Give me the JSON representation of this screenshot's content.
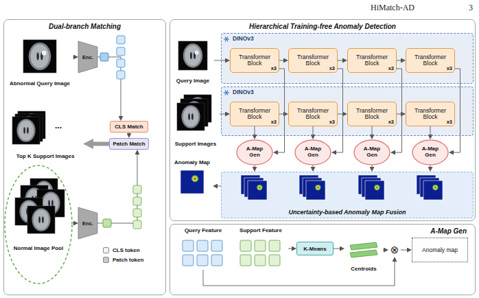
{
  "diagram": {
    "nodes": [
      {
        "text": [
          "Dual-branch Matching"
        ]
      },
      {
        "text": [
          "Abnormal Query Image"
        ],
        "in": 0
      },
      {
        "text": [
          "Enc."
        ],
        "in": 0
      },
      {
        "text": [
          "CLS Match"
        ],
        "in": 0
      },
      {
        "text": [
          "Patch Match"
        ],
        "in": 0
      },
      {
        "text": [
          "Top K Support Images"
        ],
        "in": 0
      },
      {
        "text": [
          "Normal Image Pool"
        ],
        "in": 0
      },
      {
        "text": [
          "Enc."
        ],
        "in": 0
      },
      {
        "text": [
          "Hierarchical Training-free Anomaly Detection"
        ]
      },
      {
        "text": [
          "Query Image"
        ],
        "in": 8
      },
      {
        "text": [
          "DINOv3"
        ],
        "in": 8
      },
      {
        "text": [
          "Transformer Block",
          "x3"
        ],
        "in": 10
      },
      {
        "text": [
          "Transformer Block",
          "x3"
        ],
        "in": 10
      },
      {
        "text": [
          "Transformer Block",
          "x3"
        ],
        "in": 10
      },
      {
        "text": [
          "Transformer Block",
          "x3"
        ],
        "in": 10
      },
      {
        "text": [
          "Support Images"
        ],
        "in": 8
      },
      {
        "text": [
          "DINOv3"
        ],
        "in": 8
      },
      {
        "text": [
          "Transformer Block",
          "x3"
        ],
        "in": 16
      },
      {
        "text": [
          "Transformer Block",
          "x3"
        ],
        "in": 16
      },
      {
        "text": [
          "Transformer Block",
          "x3"
        ],
        "in": 16
      },
      {
        "text": [
          "Transformer Block",
          "x3"
        ],
        "in": 16
      },
      {
        "text": [
          "A-Map Gen"
        ],
        "in": 8
      },
      {
        "text": [
          "A-Map Gen"
        ],
        "in": 8
      },
      {
        "text": [
          "A-Map Gen"
        ],
        "in": 8
      },
      {
        "text": [
          "A-Map Gen"
        ],
        "in": 8
      },
      {
        "text": [
          "Anomaly Map"
        ],
        "in": 8
      },
      {
        "text": [
          "Uncertainty-based Anomaly Map Fusion"
        ],
        "in": 8
      },
      {
        "text": [
          "A-Map Gen"
        ]
      },
      {
        "text": [
          "Query Feature"
        ],
        "in": 27
      },
      {
        "text": [
          "Support Feature"
        ],
        "in": 27
      },
      {
        "text": [
          "K-Means"
        ],
        "in": 27
      },
      {
        "text": [
          "Centroids"
        ],
        "in": 27
      },
      {
        "text": [
          "⊗"
        ],
        "in": 27
      },
      {
        "text": [
          "Anomaly map"
        ],
        "in": 27
      }
    ],
    "edges": [
      {
        "from": 1,
        "to": 2,
        "arrow": "to"
      },
      {
        "from": 2,
        "to": 3,
        "arrow": "to"
      },
      {
        "from": 3,
        "to": 4,
        "arrow": "to"
      },
      {
        "from": 6,
        "to": 7,
        "arrow": "to"
      },
      {
        "from": 7,
        "to": 4,
        "arrow": "to"
      },
      {
        "from": 4,
        "to": 5,
        "arrow": "to"
      },
      {
        "from": 9,
        "to": 11,
        "arrow": "to"
      },
      {
        "from": 11,
        "to": 12,
        "arrow": "to"
      },
      {
        "from": 12,
        "to": 13,
        "arrow": "to"
      },
      {
        "from": 13,
        "to": 14,
        "arrow": "to"
      },
      {
        "from": 15,
        "to": 17,
        "arrow": "to"
      },
      {
        "from": 17,
        "to": 18,
        "arrow": "to"
      },
      {
        "from": 18,
        "to": 19,
        "arrow": "to"
      },
      {
        "from": 19,
        "to": 20,
        "arrow": "to"
      },
      {
        "from": 11,
        "to": 21,
        "arrow": "to"
      },
      {
        "from": 17,
        "to": 21,
        "arrow": "to"
      },
      {
        "from": 12,
        "to": 22,
        "arrow": "to"
      },
      {
        "from": 18,
        "to": 22,
        "arrow": "to"
      },
      {
        "from": 13,
        "to": 23,
        "arrow": "to"
      },
      {
        "from": 19,
        "to": 23,
        "arrow": "to"
      },
      {
        "from": 14,
        "to": 24,
        "arrow": "to"
      },
      {
        "from": 20,
        "to": 24,
        "arrow": "to"
      },
      {
        "from": 21,
        "to": 26,
        "arrow": "to"
      },
      {
        "from": 22,
        "to": 26,
        "arrow": "to"
      },
      {
        "from": 23,
        "to": 26,
        "arrow": "to"
      },
      {
        "from": 24,
        "to": 26,
        "arrow": "to"
      },
      {
        "from": 26,
        "to": 25,
        "arrow": "to"
      },
      {
        "from": 29,
        "to": 30,
        "arrow": "to"
      },
      {
        "from": 30,
        "to": 31,
        "arrow": "to"
      },
      {
        "from": 31,
        "to": 32,
        "arrow": "to"
      },
      {
        "from": 28,
        "to": 32,
        "arrow": "to"
      },
      {
        "from": 32,
        "to": 33,
        "arrow": "to"
      }
    ],
    "labels": [
      "HiMatch-AD",
      "3",
      "..."
    ],
    "legend": [
      {
        "text": "CLS token",
        "color": "#f2f2f2"
      },
      {
        "text": "Patch token",
        "color": "#c8c8c8"
      }
    ]
  }
}
